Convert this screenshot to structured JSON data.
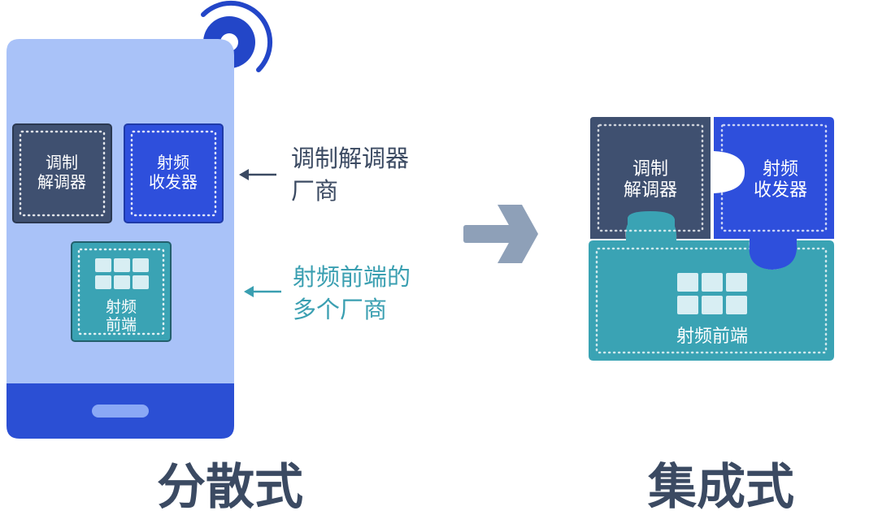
{
  "left": {
    "title": "分散式",
    "chips": {
      "modem": {
        "line1": "调制",
        "line2": "解调器"
      },
      "rf_transceiver": {
        "line1": "射频",
        "line2": "收发器"
      },
      "rf_frontend": {
        "line1": "射频",
        "line2": "前端"
      }
    },
    "callouts": {
      "modem_vendor": {
        "line1": "调制解调器",
        "line2": "厂商"
      },
      "rf_vendors": {
        "line1": "射频前端的",
        "line2": "多个厂商"
      }
    }
  },
  "right": {
    "title": "集成式",
    "pieces": {
      "modem": {
        "line1": "调制",
        "line2": "解调器"
      },
      "rf_transceiver": {
        "line1": "射频",
        "line2": "收发器"
      },
      "rf_frontend": {
        "label": "射频前端"
      }
    }
  },
  "colors": {
    "phone_body": "#a9c2f8",
    "phone_bottom": "#2b4fd4",
    "modem": "#3f5070",
    "transceiver": "#2e4fdc",
    "frontend": "#3aa3b4",
    "arrow": "#8ea0b8",
    "text_dark": "#3b4a62",
    "text_teal": "#3a9fb1",
    "wifi": "#2346c8"
  },
  "icons": [
    "wifi-signal-icon",
    "phone-button-icon",
    "grid-icon",
    "arrow-right-icon",
    "left-arrow-icon"
  ]
}
